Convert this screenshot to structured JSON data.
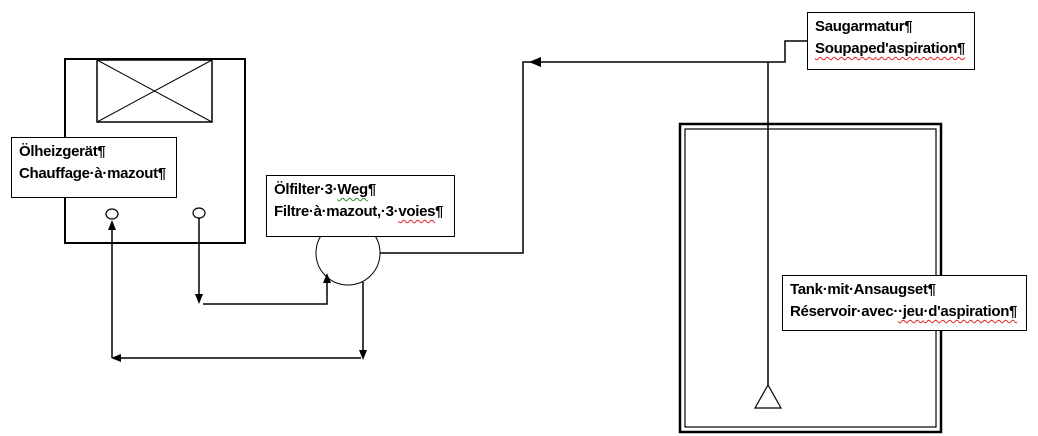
{
  "diagram": {
    "heater_label": {
      "line1": "Ölheizgerät¶",
      "line2": "Chauffage·à·mazout¶"
    },
    "filter_label": {
      "line1_a": "Ölfilter·3·",
      "line1_b": "Weg",
      "line1_c": "¶",
      "line2_a": "Filtre·à·mazout,·3·",
      "line2_b": "voies",
      "line2_c": "¶"
    },
    "valve_label": {
      "line1": "Saugarmatur¶",
      "line2_a": "",
      "line2_b": "Soupape",
      "line2_c": "d'aspiration¶"
    },
    "tank_label": {
      "line1": "Tank·mit·Ansaugset¶",
      "line2_a": "Réservoir·avec·",
      "line2_b": "·jeu",
      "line2_c": "·d'aspiration¶"
    },
    "colors": {
      "line": "#000000",
      "background": "#ffffff",
      "spellcheck": "#d22222",
      "grammarcheck": "#2a8a2a"
    }
  }
}
